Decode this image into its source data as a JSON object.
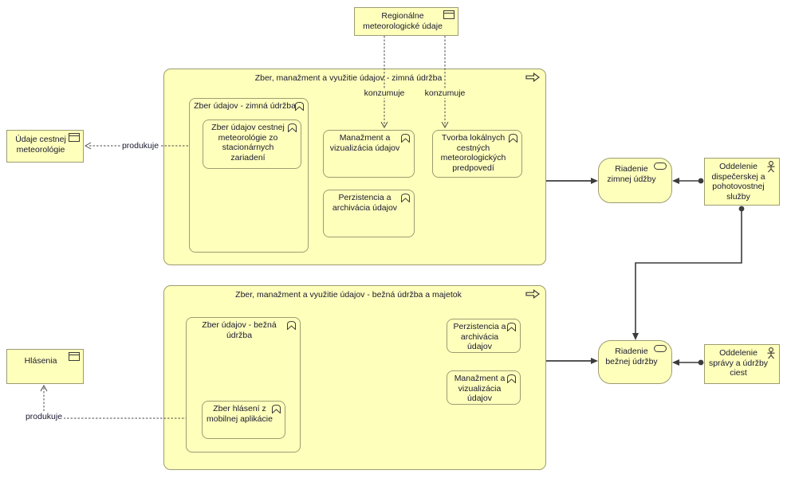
{
  "colors": {
    "node_fill": "#ffffbc",
    "node_border": "#9c9c72",
    "connector": "#3c3c3c",
    "text": "#191930",
    "background": "#ffffff"
  },
  "nodes": {
    "regionalne": {
      "label": "Regionálne meteorologické údaje",
      "type": "business-object"
    },
    "container_zimna": {
      "label": "Zber, manažment a využitie údajov - zimná údržba",
      "type": "business-process"
    },
    "container_bezna": {
      "label": "Zber, manažment a využitie údajov - bežná údržba a majetok",
      "type": "business-process"
    },
    "zber_zimna": {
      "label": "Zber údajov - zimná údržba",
      "type": "function"
    },
    "zber_stacionarne": {
      "label": "Zber údajov cestnej meteorológie zo stacionárnych zariadení",
      "type": "function"
    },
    "manazment_zimna": {
      "label": "Manažment a vizualizácia údajov",
      "type": "function"
    },
    "tvorba_predpovedi": {
      "label": "Tvorba lokálnych cestných meteorologických predpovedí",
      "type": "function"
    },
    "perzistencia_zimna": {
      "label": "Perzistencia a archivácia údajov",
      "type": "function"
    },
    "zber_bezna": {
      "label": "Zber údajov - bežná údržba",
      "type": "function"
    },
    "zber_hlaseni": {
      "label": "Zber hlásení z mobilnej aplikácie",
      "type": "function"
    },
    "perzistencia_bezna": {
      "label": "Perzistencia a archivácia údajov",
      "type": "function"
    },
    "manazment_bezna": {
      "label": "Manažment a vizualizácia údajov",
      "type": "function"
    },
    "udaje_cestnej": {
      "label": "Údaje cestnej meteorológie",
      "type": "business-object"
    },
    "hlasenia": {
      "label": "Hlásenia",
      "type": "business-object"
    },
    "riadenie_zimnej": {
      "label": "Riadenie zimnej údžby",
      "type": "business-service"
    },
    "riadenie_beznej": {
      "label": "Riadenie bežnej údržby",
      "type": "business-service"
    },
    "oddelenie_dispecerskej": {
      "label": "Oddelenie dispečerskej a pohotovostnej služby",
      "type": "business-actor"
    },
    "oddelenie_spravy": {
      "label": "Oddelenie správy a údržby ciest",
      "type": "business-actor"
    }
  },
  "edge_labels": {
    "konzumuje_1": "konzumuje",
    "konzumuje_2": "konzumuje",
    "produkuje_1": "produkuje",
    "produkuje_2": "produkuje"
  }
}
